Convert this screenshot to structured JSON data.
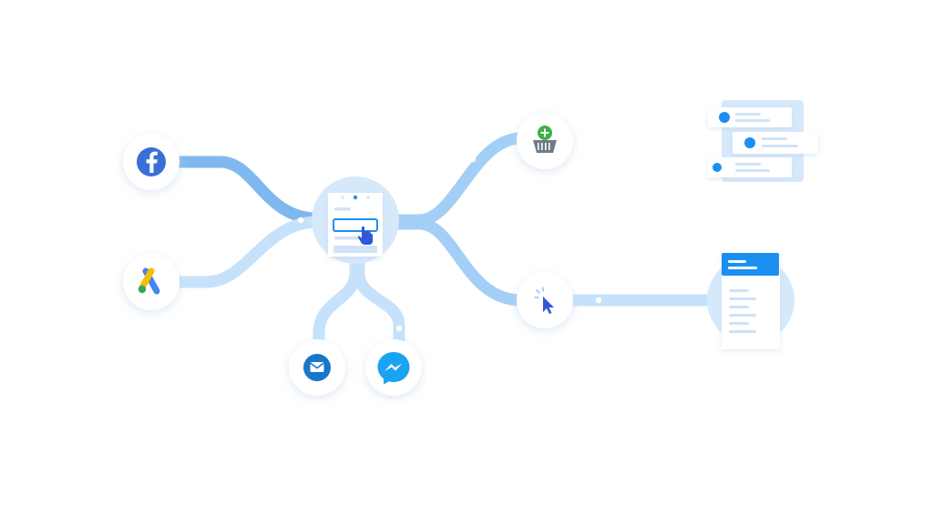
{
  "colors": {
    "background": "#ffffff",
    "pipe_light": "#c6e2fa",
    "pipe_mid": "#a3cff6",
    "pipe_dark": "#7fb8ef",
    "pipe_green": "#8fd6a8",
    "pipe_yellow": "#e3e86a",
    "node_fill": "#ffffff",
    "node_shadow": "#dce8f5",
    "hub_fill": "#d5e9fb",
    "card_fill": "#ffffff",
    "card_line": "#cfe3f7",
    "accent_blue": "#1b8ff0",
    "facebook_blue": "#3b6fd8",
    "email_blue": "#1877c9",
    "messenger_blue": "#1aa3f2",
    "cart_green": "#3fae49",
    "cart_gray": "#6f7b87",
    "cursor_blue": "#2f57d8",
    "dot_white": "#ffffff"
  },
  "sources": [
    {
      "name": "facebook",
      "icon": "facebook-icon"
    },
    {
      "name": "google-ads",
      "icon": "google-ads-icon"
    },
    {
      "name": "email",
      "icon": "email-icon"
    },
    {
      "name": "messenger",
      "icon": "messenger-icon"
    }
  ],
  "hub": {
    "name": "landing-page-form",
    "icon": "form-click-icon"
  },
  "outcomes": [
    {
      "name": "add-to-cart",
      "icon": "add-to-cart-icon",
      "target": "contact-list-cards"
    },
    {
      "name": "click",
      "icon": "cursor-click-icon",
      "target": "document-page"
    }
  ]
}
